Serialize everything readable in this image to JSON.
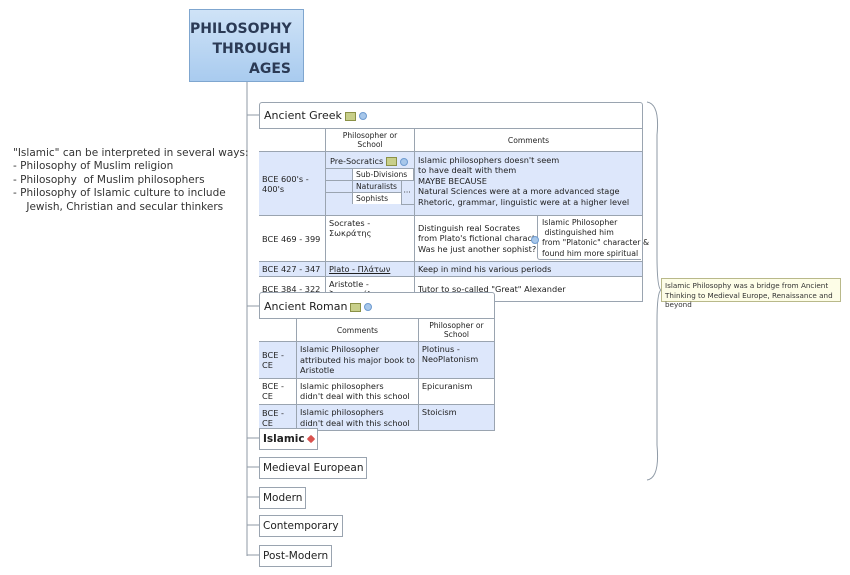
{
  "root": {
    "title_lines": [
      "PHILOSOPHY",
      "THROUGH",
      "AGES"
    ]
  },
  "side_note": "\"Islamic\" can be interpreted in several ways:\n- Philosophy of Muslim religion\n- Philosophy  of Muslim philosophers\n- Philosophy of Islamic culture to include\n    Jewish, Christian and secular thinkers",
  "callout": "Islamic Philosophy was a bridge from Ancient Thinking to Medieval Europe, Renaissance and beyond",
  "greek": {
    "title": "Ancient Greek",
    "col_philosopher": "Philosopher or School",
    "col_comments": "Comments",
    "rows": [
      {
        "period": "BCE 600's - 400's",
        "philosopher": "Pre-Socratics",
        "comments": "Islamic philosophers doesn't seem\nto have dealt with them\nMAYBE BECAUSE\nNatural Sciences were at a more advanced stage\nRhetoric, grammar, linguistic were at a higher level"
      },
      {
        "period": "BCE 469 - 399",
        "philosopher": "Socrates - Σωκράτης",
        "comments": "Distinguish real Socrates\nfrom Plato's fictional character?\nWas he just another sophist?"
      },
      {
        "period": "BCE 427 - 347",
        "philosopher": "Plato - Πλάτων",
        "comments": "Keep in mind his various periods"
      },
      {
        "period": "BCE 384 - 322",
        "philosopher": "Aristotle - Ἀριστοτέλης",
        "comments": "Tutor to so-called \"Great\" Alexander"
      }
    ],
    "subdivisions": {
      "label": "Sub-Divisions",
      "items": [
        "Naturalists",
        "Sophists"
      ],
      "more": "···"
    },
    "socrates_note": "Islamic Philosopher\n distinguished him\nfrom \"Platonic\" character &\nfound him more spiritual"
  },
  "roman": {
    "title": "Ancient Roman",
    "col_comments": "Comments",
    "col_philosopher": "Philosopher or School",
    "rows": [
      {
        "period": "BCE - CE",
        "comments": "Islamic Philosopher\nattributed his major book to\nAristotle",
        "philosopher": "Plotinus - NeoPlatonism"
      },
      {
        "period": "BCE - CE",
        "comments": "Islamic philosophers\ndidn't deal with this school",
        "philosopher": "Epicuranism"
      },
      {
        "period": "BCE - CE",
        "comments": "Islamic philosophers\ndidn't deal with this school",
        "philosopher": "Stoicism"
      }
    ]
  },
  "topics": [
    "Islamic",
    "Medieval European",
    "Modern",
    "Contemporary",
    "Post-Modern"
  ],
  "colors": {
    "root_fill": "#b7d3f1",
    "cell_blue": "#dde7fb",
    "callout_fill": "#fdfde7",
    "line": "#8f9aa6"
  }
}
